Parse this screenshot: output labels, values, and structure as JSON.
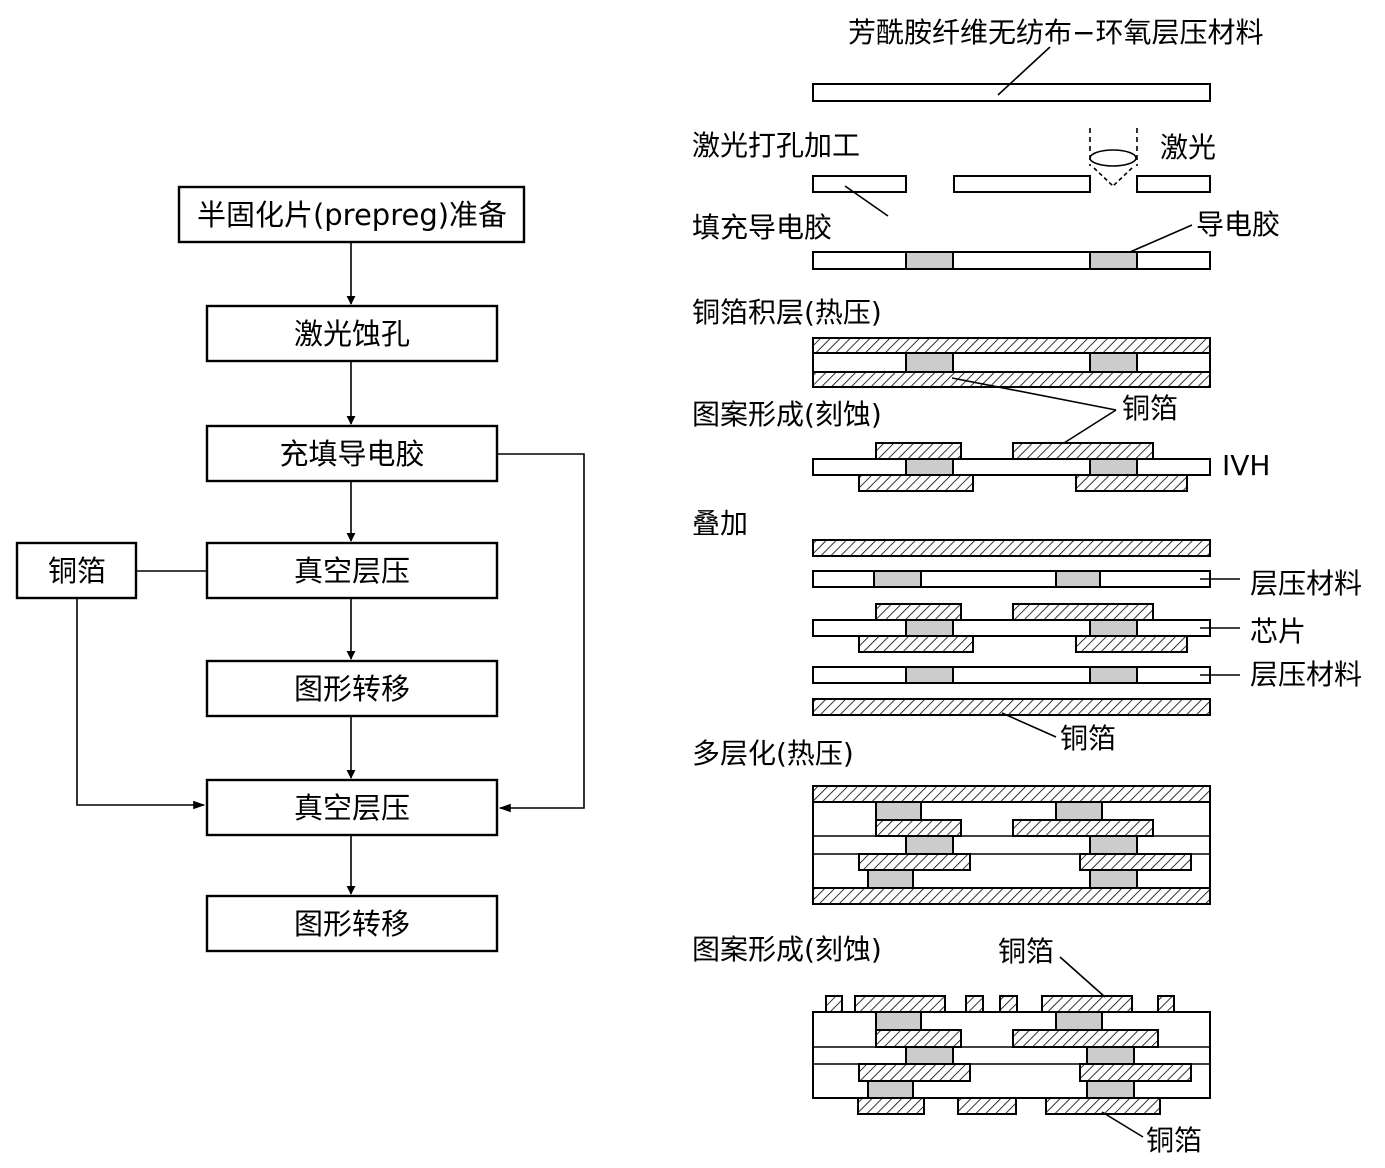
{
  "flowchart": {
    "steps": [
      "半固化片(prepreg)准备",
      "激光蚀孔",
      "充填导电胶",
      "真空层压",
      "图形转移",
      "真空层压",
      "图形转移"
    ],
    "side_input": "铜箔"
  },
  "process": {
    "material_title": "芳酰胺纤维无纺布−环氧层压材料",
    "step_laser_drilling": "激光打孔加工",
    "laser_label": "激光",
    "step_fill_paste": "填充导电胶",
    "paste_label": "导电胶",
    "step_copper_lamination": "铜箔积层(热压)",
    "step_patterning_1": "图案形成(刻蚀)",
    "copper_label_1": "铜箔",
    "ivh_label": "IVH",
    "step_stack": "叠加",
    "laminate_label_top": "层压材料",
    "core_label": "芯片",
    "laminate_label_bottom": "层压材料",
    "copper_label_stack": "铜箔",
    "step_multilayer": "多层化(热压)",
    "step_patterning_2": "图案形成(刻蚀)",
    "copper_label_top": "铜箔",
    "copper_label_bottom": "铜箔"
  },
  "colors": {
    "line": "#000000",
    "paste_fill": "#cccccc",
    "background": "#ffffff"
  }
}
